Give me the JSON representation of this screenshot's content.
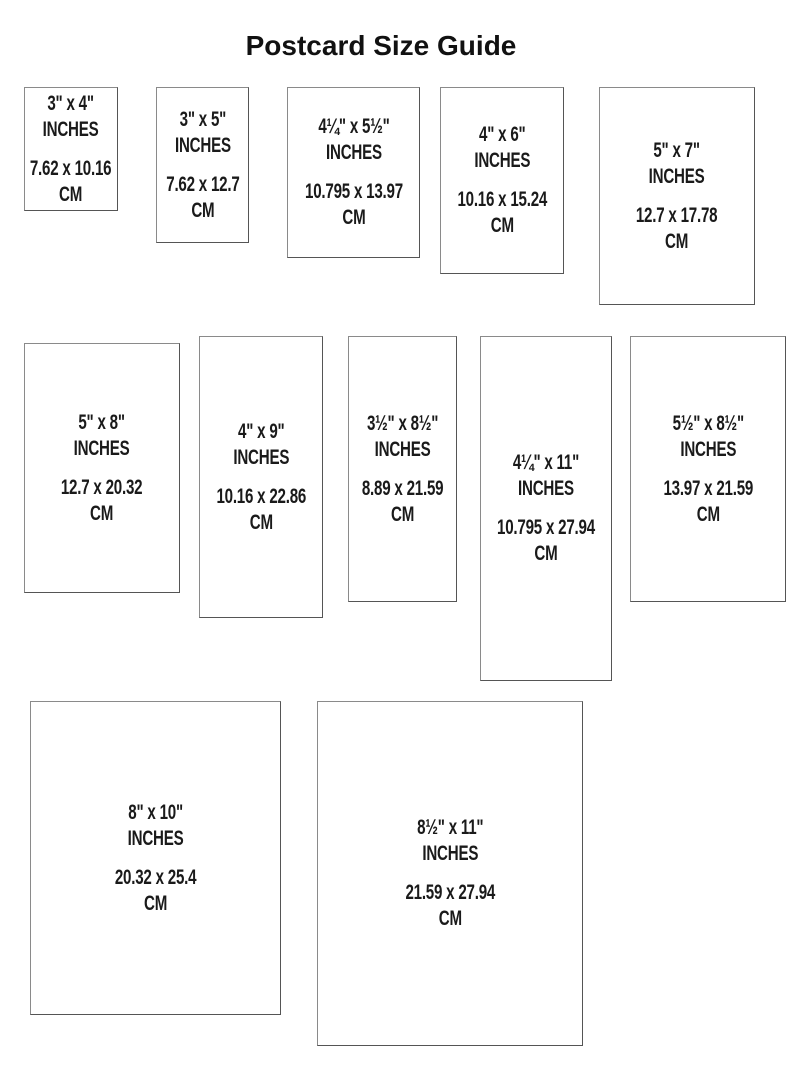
{
  "title": "Postcard Size Guide",
  "unit_inches": "INCHES",
  "unit_cm": "CM",
  "cards": [
    {
      "inches": "3\" x 4\"",
      "cm": "7.62 x 10.16"
    },
    {
      "inches": "3\" x 5\"",
      "cm": "7.62 x 12.7"
    },
    {
      "inches": "4¼\" x 5½\"",
      "cm": "10.795 x 13.97"
    },
    {
      "inches": "4\" x 6\"",
      "cm": "10.16 x 15.24"
    },
    {
      "inches": "5\" x 7\"",
      "cm": "12.7 x 17.78"
    },
    {
      "inches": "5\" x 8\"",
      "cm": "12.7 x 20.32"
    },
    {
      "inches": "4\" x 9\"",
      "cm": "10.16 x 22.86"
    },
    {
      "inches": "3½\" x 8½\"",
      "cm": "8.89 x 21.59"
    },
    {
      "inches": "4¼\" x 11\"",
      "cm": "10.795 x 27.94"
    },
    {
      "inches": "5½\" x 8½\"",
      "cm": "13.97 x 21.59"
    },
    {
      "inches": "8\" x 10\"",
      "cm": "20.32 x 25.4"
    },
    {
      "inches": "8½\" x 11\"",
      "cm": "21.59 x 27.94"
    }
  ]
}
